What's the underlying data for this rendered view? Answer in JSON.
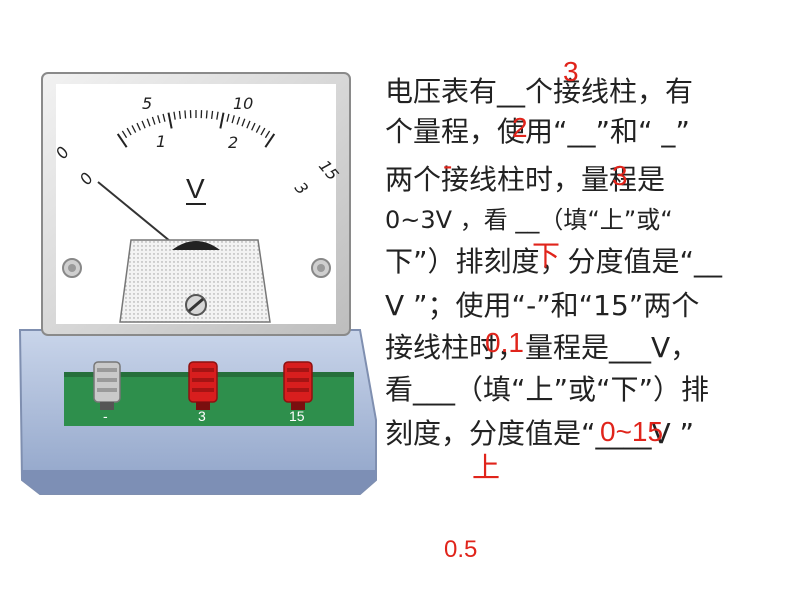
{
  "meter": {
    "scale_top": [
      "5",
      "10",
      "15"
    ],
    "scale_top_zero": "0",
    "scale_bottom": [
      "1",
      "2",
      "3"
    ],
    "scale_bottom_zero": "0",
    "unit": "V",
    "terminals": [
      {
        "label": "-",
        "color": "#c9c9c9"
      },
      {
        "label": "3",
        "color": "#d81e1e"
      },
      {
        "label": "15",
        "color": "#d81e1e"
      }
    ],
    "colors": {
      "base": "#a9b9d8",
      "panel": "#2e8f4c",
      "face": "#ffffff",
      "bezel": "#d8d8d8"
    }
  },
  "question": {
    "lines": [
      "电压表有__个接线柱，有",
      "个量程，使用“__”和“ _”",
      "两个接线柱时，量程是",
      "0~3V ，看 __（填“上”或“",
      "下”）排刻度，分度值是“__",
      "V ”；使用“-”和“15”两个",
      "接线柱时，量程是___V，",
      "看___（填“上”或“下”）排",
      "刻度，分度值是“____V ”"
    ]
  },
  "answers": [
    "3",
    "2",
    "-",
    "3",
    "下",
    "0.1",
    "0~15",
    "上",
    "0.5"
  ]
}
